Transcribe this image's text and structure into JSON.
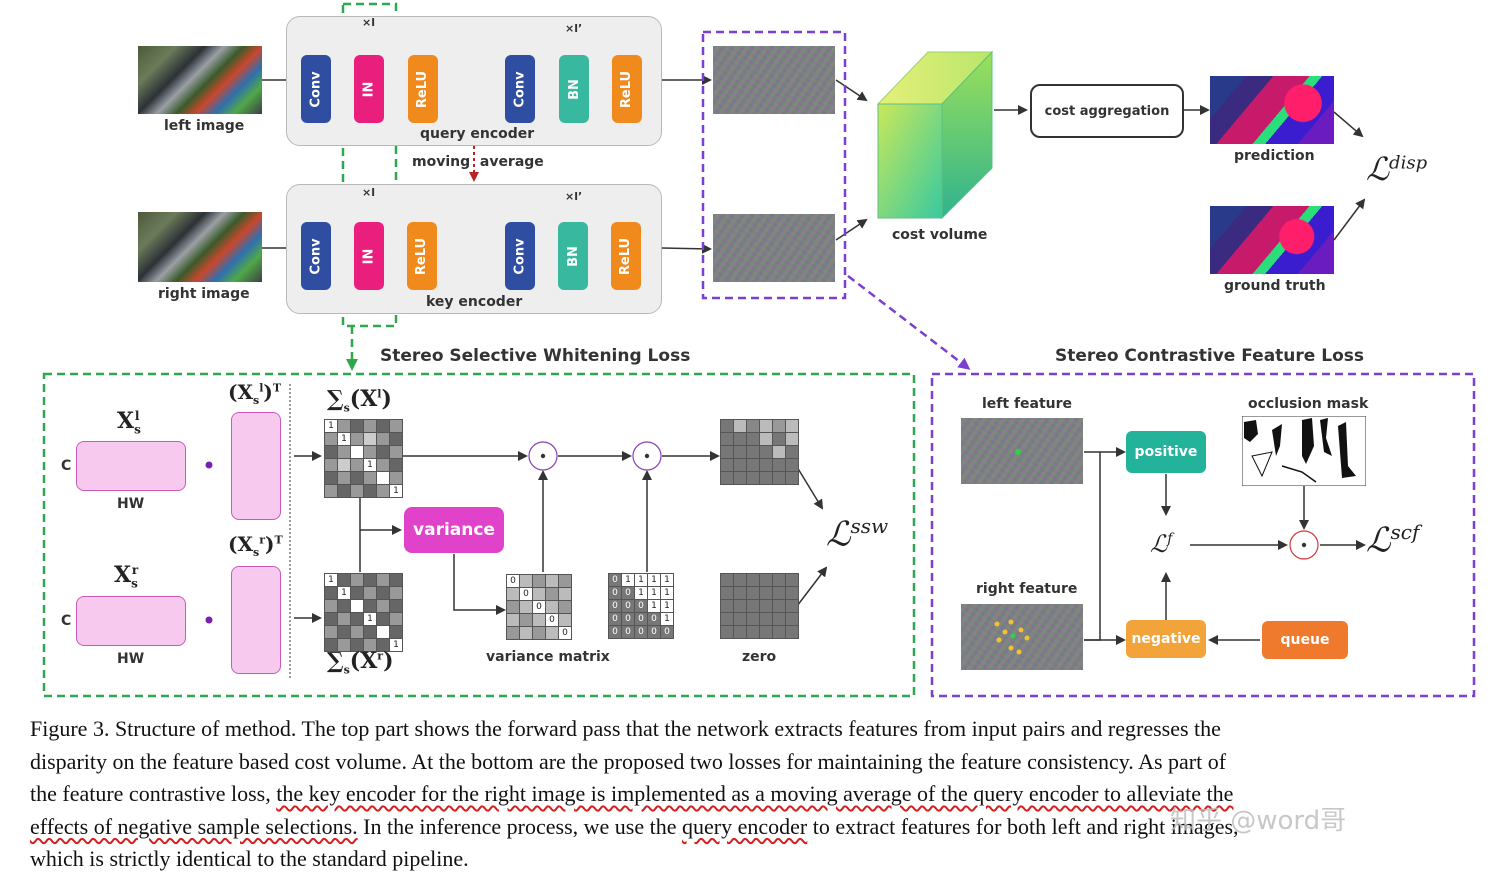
{
  "top": {
    "left_image": "left image",
    "right_image": "right image",
    "query_encoder": "query encoder",
    "key_encoder": "key encoder",
    "moving_average": "moving  average",
    "times_l": "×l",
    "times_l_prime": "×l’",
    "conv": "Conv",
    "in": "IN",
    "relu": "ReLU",
    "bn": "BN",
    "cost_volume": "cost volume",
    "cost_aggregation": "cost aggregation",
    "prediction": "prediction",
    "ground_truth": "ground truth",
    "loss_disp_base": "ℒ",
    "loss_disp_sup": "disp"
  },
  "ssw": {
    "title": "Stereo Selective Whitening Loss",
    "xsl": "X",
    "xsl_sub": "s",
    "xsl_sup": "l",
    "xsr": "X",
    "xsr_sub": "s",
    "xsr_sup": "r",
    "xslT": "(X",
    "xslT_sub": "s",
    "xslT_sup": "l",
    "xslT_close": ")",
    "xslT_T": "T",
    "xsrT": "(X",
    "xsrT_sub": "s",
    "xsrT_sup": "r",
    "xsrT_close": ")",
    "xsrT_T": "T",
    "c": "C",
    "hw": "HW",
    "sigma_l": "∑",
    "sigma_l_sub": "s",
    "sigma_l_arg": "(X",
    "sigma_l_arg_sup": "l",
    "sigma_l_close": ")",
    "sigma_r": "∑",
    "sigma_r_sub": "s",
    "sigma_r_arg": "(X",
    "sigma_r_arg_sup": "r",
    "sigma_r_close": ")",
    "variance": "variance",
    "variance_matrix": "variance matrix",
    "zero": "zero",
    "loss_base": "ℒ",
    "loss_sup": "ssw",
    "diag_one": "1",
    "var_rows": [
      [
        "0",
        "",
        "",
        "",
        ""
      ],
      [
        "",
        "0",
        "",
        "",
        ""
      ],
      [
        "",
        "",
        "0",
        "",
        ""
      ],
      [
        "",
        "",
        "",
        "0",
        ""
      ],
      [
        "",
        "",
        "",
        "",
        "0"
      ]
    ],
    "mask_rows": [
      [
        "0",
        "1",
        "1",
        "1",
        "1"
      ],
      [
        "0",
        "0",
        "1",
        "1",
        "1"
      ],
      [
        "0",
        "0",
        "0",
        "1",
        "1"
      ],
      [
        "0",
        "0",
        "0",
        "0",
        "1"
      ],
      [
        "0",
        "0",
        "0",
        "0",
        "0"
      ]
    ]
  },
  "scf": {
    "title": "Stereo Contrastive Feature Loss",
    "left_feature": "left feature",
    "right_feature": "right feature",
    "occlusion_mask": "occlusion mask",
    "positive": "positive",
    "negative": "negative",
    "queue": "queue",
    "lf_base": "ℒ",
    "lf_sup": "f",
    "loss_base": "ℒ",
    "loss_sup": "scf"
  },
  "caption": {
    "line1": "Figure 3.  Structure of method.  The top part shows the forward pass that the network extracts features from input pairs and regresses the",
    "line2": "disparity on the feature based cost volume.  At the bottom are the proposed two losses for maintaining the feature consistency.  As part of",
    "line3a": "the feature contrastive loss, ",
    "line3b": "the key encoder for the right image is implemented as a moving average of the query encoder to alleviate the",
    "line4a": "effects of negative sample selections.",
    "line4b": " In the inference process, we use the ",
    "line4c": "query encoder",
    "line4d": " to extract features for both left and right images,",
    "line5": "which is strictly identical to the standard pipeline."
  },
  "watermark": "知乎 @word哥",
  "colors": {
    "green_dash": "#2ea84f",
    "purple_dash": "#7b3fd1",
    "conv": "#2f4ea1",
    "in": "#ea1e7c",
    "relu": "#f08a1d",
    "bn": "#38b89f",
    "variance": "#e043c9",
    "positive": "#22b39a",
    "negative": "#f2a43a",
    "queue": "#ef7a2e"
  }
}
